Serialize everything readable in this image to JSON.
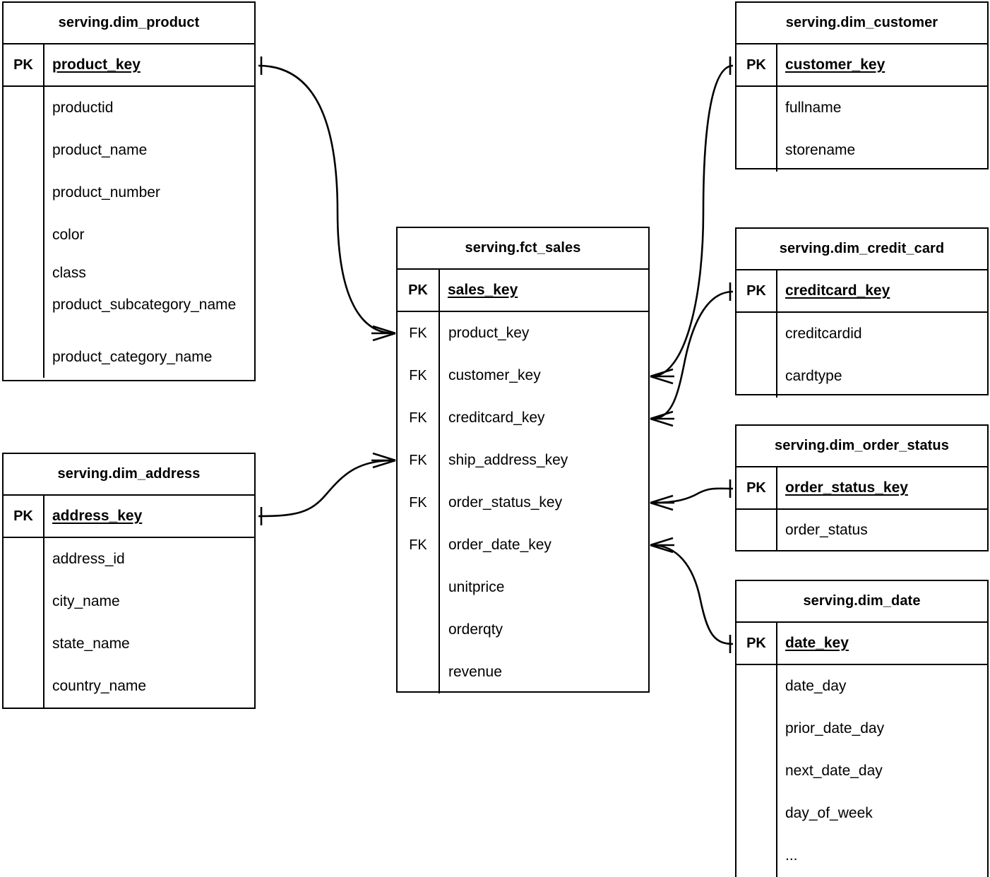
{
  "diagram": {
    "type": "entity-relationship-diagram",
    "notation": "crows-foot",
    "background_color": "#ffffff",
    "line_color": "#000000",
    "text_color": "#000000"
  },
  "entities": [
    {
      "id": "dim_product",
      "name": "serving.dim_product",
      "pk_label": "PK",
      "pk_field": "product_key",
      "attributes": [
        "productid",
        "product_name",
        "product_number",
        "color",
        "class",
        "product_subcategory_name",
        "product_category_name"
      ]
    },
    {
      "id": "dim_address",
      "name": "serving.dim_address",
      "pk_label": "PK",
      "pk_field": "address_key",
      "attributes": [
        "address_id",
        "city_name",
        "state_name",
        "country_name"
      ]
    },
    {
      "id": "fct_sales",
      "name": "serving.fct_sales",
      "pk_label": "PK",
      "pk_field": "sales_key",
      "foreign_keys": [
        {
          "key_label": "FK",
          "field": "product_key"
        },
        {
          "key_label": "FK",
          "field": "customer_key"
        },
        {
          "key_label": "FK",
          "field": "creditcard_key"
        },
        {
          "key_label": "FK",
          "field": "ship_address_key"
        },
        {
          "key_label": "FK",
          "field": "order_status_key"
        },
        {
          "key_label": "FK",
          "field": "order_date_key"
        }
      ],
      "measures": [
        "unitprice",
        "orderqty",
        "revenue"
      ]
    },
    {
      "id": "dim_customer",
      "name": "serving.dim_customer",
      "pk_label": "PK",
      "pk_field": "customer_key",
      "attributes": [
        "fullname",
        "storename"
      ]
    },
    {
      "id": "dim_credit_card",
      "name": "serving.dim_credit_card",
      "pk_label": "PK",
      "pk_field": "creditcard_key",
      "attributes": [
        "creditcardid",
        "cardtype"
      ]
    },
    {
      "id": "dim_order_status",
      "name": "serving.dim_order_status",
      "pk_label": "PK",
      "pk_field": "order_status_key",
      "attributes": [
        "order_status"
      ]
    },
    {
      "id": "dim_date",
      "name": "serving.dim_date",
      "pk_label": "PK",
      "pk_field": "date_key",
      "attributes": [
        "date_day",
        "prior_date_day",
        "next_date_day",
        "day_of_week",
        "..."
      ]
    }
  ],
  "relationships": [
    {
      "id": "rel-product",
      "from": "dim_product.product_key",
      "to": "fct_sales.product_key",
      "from_cardinality": "one",
      "to_cardinality": "many"
    },
    {
      "id": "rel-address",
      "from": "dim_address.address_key",
      "to": "fct_sales.ship_address_key",
      "from_cardinality": "one",
      "to_cardinality": "many"
    },
    {
      "id": "rel-customer",
      "from": "dim_customer.customer_key",
      "to": "fct_sales.customer_key",
      "from_cardinality": "one",
      "to_cardinality": "many"
    },
    {
      "id": "rel-creditcard",
      "from": "dim_credit_card.creditcard_key",
      "to": "fct_sales.creditcard_key",
      "from_cardinality": "one",
      "to_cardinality": "many"
    },
    {
      "id": "rel-orderstatus",
      "from": "dim_order_status.order_status_key",
      "to": "fct_sales.order_status_key",
      "from_cardinality": "one",
      "to_cardinality": "many"
    },
    {
      "id": "rel-date",
      "from": "dim_date.date_key",
      "to": "fct_sales.order_date_key",
      "from_cardinality": "one",
      "to_cardinality": "many"
    }
  ]
}
